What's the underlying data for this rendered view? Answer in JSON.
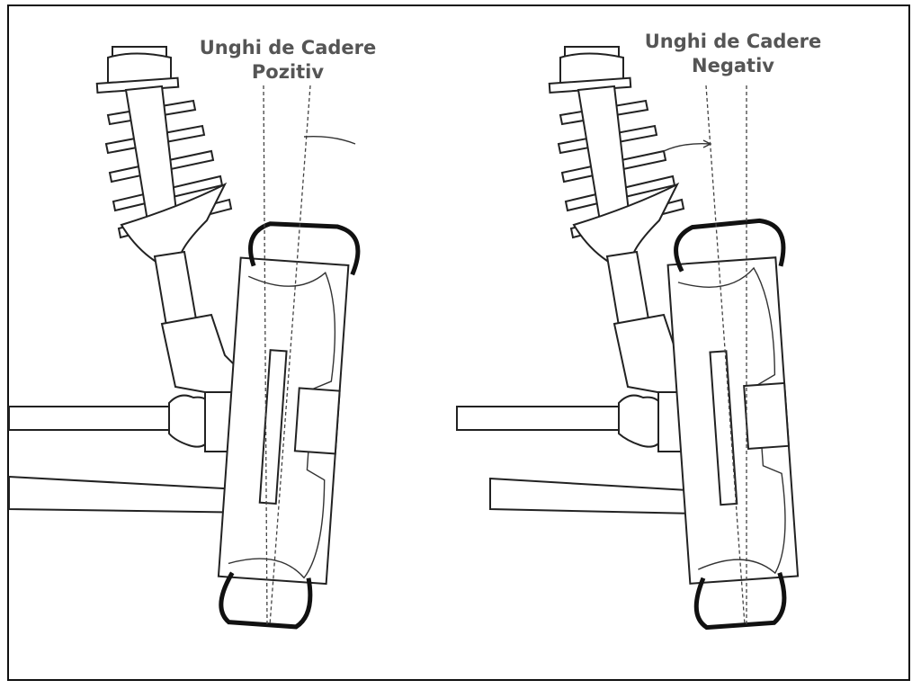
{
  "diagrams": [
    {
      "title_line1": "Unghi de Cadere",
      "title_line2": "Pozitiv"
    },
    {
      "title_line1": "Unghi de Cadere",
      "title_line2": "Negativ"
    }
  ]
}
